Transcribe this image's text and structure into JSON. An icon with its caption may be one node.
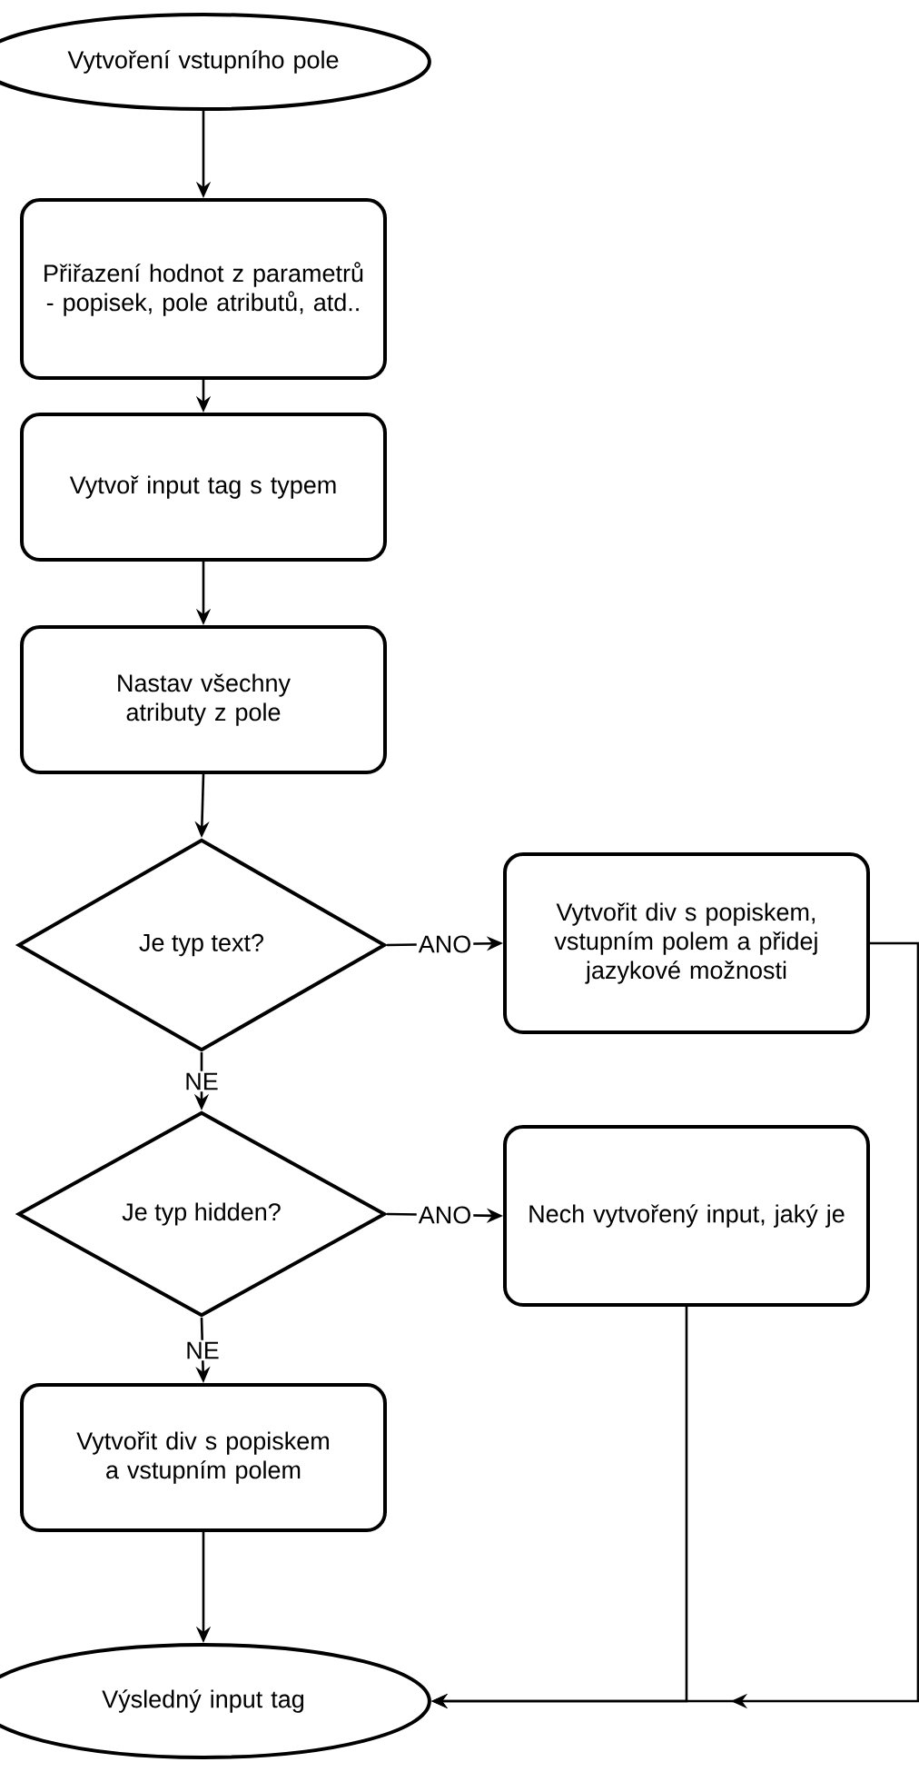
{
  "diagram": {
    "nodes": [
      {
        "text": [
          "Vytvoření vstupního pole"
        ]
      },
      {
        "text": [
          "Přiřazení hodnot z parametrů - popisek, pole atributů, atd.."
        ]
      },
      {
        "text": [
          "Vytvoř input tag s typem"
        ]
      },
      {
        "text": [
          "Nastav všechny atributy z pole"
        ]
      },
      {
        "text": [
          "Je typ text?"
        ]
      },
      {
        "text": [
          "Vytvořit div s popiskem, vstupním polem a přidej jazykové možnosti"
        ]
      },
      {
        "text": [
          "Je typ hidden?"
        ]
      },
      {
        "text": [
          "Nech vytvořený input, jaký je"
        ]
      },
      {
        "text": [
          "Vytvořit div s popiskem a vstupním polem"
        ]
      },
      {
        "text": [
          "Výsledný input tag"
        ]
      }
    ],
    "edges": [
      {
        "from": 0,
        "to": 1,
        "arrow": "to"
      },
      {
        "from": 1,
        "to": 2,
        "arrow": "to"
      },
      {
        "from": 2,
        "to": 3,
        "arrow": "to"
      },
      {
        "from": 3,
        "to": 4,
        "arrow": "to"
      },
      {
        "from": 4,
        "to": 5,
        "arrow": "to",
        "label": "ANO"
      },
      {
        "from": 4,
        "to": 6,
        "arrow": "to",
        "label": "NE"
      },
      {
        "from": 6,
        "to": 7,
        "arrow": "to",
        "label": "ANO"
      },
      {
        "from": 6,
        "to": 8,
        "arrow": "to",
        "label": "NE"
      },
      {
        "from": 8,
        "to": 9,
        "arrow": "to"
      },
      {
        "from": 5,
        "to": 9,
        "arrow": "to"
      },
      {
        "from": 7,
        "to": 9,
        "arrow": "to"
      }
    ]
  }
}
